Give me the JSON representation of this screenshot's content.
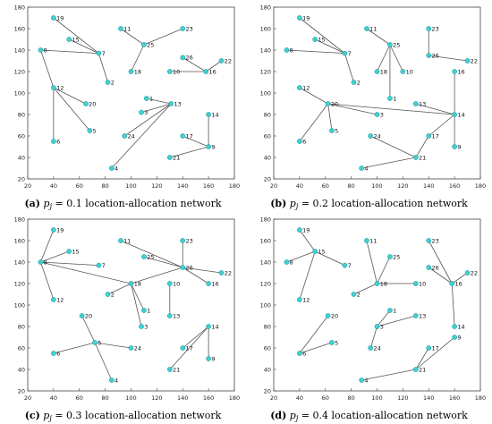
{
  "chart_data": [
    {
      "type": "scatter",
      "label": "(a)",
      "caption_pj": "p",
      "caption_sub": "j",
      "caption_rest": " = 0.1 location-allocation network",
      "xlim": [
        20,
        180
      ],
      "ylim": [
        20,
        180
      ],
      "xticks": [
        20,
        40,
        60,
        80,
        100,
        120,
        140,
        160,
        180
      ],
      "yticks": [
        20,
        40,
        60,
        80,
        100,
        120,
        140,
        160,
        180
      ],
      "points": [
        {
          "id": "19",
          "x": 40,
          "y": 170
        },
        {
          "id": "15",
          "x": 52,
          "y": 150
        },
        {
          "id": "8",
          "x": 30,
          "y": 140
        },
        {
          "id": "7",
          "x": 75,
          "y": 137
        },
        {
          "id": "2",
          "x": 82,
          "y": 110
        },
        {
          "id": "12",
          "x": 40,
          "y": 105
        },
        {
          "id": "20",
          "x": 65,
          "y": 90
        },
        {
          "id": "6",
          "x": 40,
          "y": 55
        },
        {
          "id": "5",
          "x": 68,
          "y": 65
        },
        {
          "id": "11",
          "x": 92,
          "y": 160
        },
        {
          "id": "25",
          "x": 110,
          "y": 145
        },
        {
          "id": "18",
          "x": 100,
          "y": 120
        },
        {
          "id": "23",
          "x": 140,
          "y": 160
        },
        {
          "id": "26",
          "x": 140,
          "y": 133
        },
        {
          "id": "22",
          "x": 170,
          "y": 130
        },
        {
          "id": "10",
          "x": 130,
          "y": 120
        },
        {
          "id": "16",
          "x": 158,
          "y": 120
        },
        {
          "id": "1",
          "x": 112,
          "y": 95
        },
        {
          "id": "13",
          "x": 131,
          "y": 90
        },
        {
          "id": "3",
          "x": 108,
          "y": 82
        },
        {
          "id": "24",
          "x": 95,
          "y": 60
        },
        {
          "id": "4",
          "x": 85,
          "y": 30
        },
        {
          "id": "14",
          "x": 160,
          "y": 80
        },
        {
          "id": "17",
          "x": 140,
          "y": 60
        },
        {
          "id": "9",
          "x": 160,
          "y": 50
        },
        {
          "id": "21",
          "x": 130,
          "y": 40
        }
      ],
      "links": [
        [
          "19",
          "7"
        ],
        [
          "15",
          "7"
        ],
        [
          "8",
          "7"
        ],
        [
          "2",
          "7"
        ],
        [
          "20",
          "12"
        ],
        [
          "6",
          "12"
        ],
        [
          "5",
          "12"
        ],
        [
          "8",
          "12"
        ],
        [
          "11",
          "25"
        ],
        [
          "18",
          "25"
        ],
        [
          "23",
          "25"
        ],
        [
          "10",
          "16"
        ],
        [
          "26",
          "16"
        ],
        [
          "22",
          "16"
        ],
        [
          "1",
          "13"
        ],
        [
          "3",
          "13"
        ],
        [
          "24",
          "13"
        ],
        [
          "4",
          "13"
        ],
        [
          "14",
          "9"
        ],
        [
          "17",
          "9"
        ],
        [
          "21",
          "9"
        ]
      ]
    },
    {
      "type": "scatter",
      "label": "(b)",
      "caption_pj": "p",
      "caption_sub": "j",
      "caption_rest": " = 0.2 location-allocation network",
      "xlim": [
        20,
        180
      ],
      "ylim": [
        20,
        180
      ],
      "xticks": [
        20,
        40,
        60,
        80,
        100,
        120,
        140,
        160,
        180
      ],
      "yticks": [
        20,
        40,
        60,
        80,
        100,
        120,
        140,
        160,
        180
      ],
      "points": [
        {
          "id": "19",
          "x": 40,
          "y": 170
        },
        {
          "id": "15",
          "x": 52,
          "y": 150
        },
        {
          "id": "8",
          "x": 30,
          "y": 140
        },
        {
          "id": "7",
          "x": 75,
          "y": 137
        },
        {
          "id": "2",
          "x": 82,
          "y": 110
        },
        {
          "id": "11",
          "x": 92,
          "y": 160
        },
        {
          "id": "25",
          "x": 110,
          "y": 145
        },
        {
          "id": "18",
          "x": 100,
          "y": 120
        },
        {
          "id": "10",
          "x": 120,
          "y": 120
        },
        {
          "id": "23",
          "x": 140,
          "y": 160
        },
        {
          "id": "26",
          "x": 140,
          "y": 135
        },
        {
          "id": "22",
          "x": 170,
          "y": 130
        },
        {
          "id": "16",
          "x": 160,
          "y": 120
        },
        {
          "id": "12",
          "x": 40,
          "y": 105
        },
        {
          "id": "1",
          "x": 110,
          "y": 95
        },
        {
          "id": "20",
          "x": 62,
          "y": 90
        },
        {
          "id": "3",
          "x": 100,
          "y": 80
        },
        {
          "id": "13",
          "x": 130,
          "y": 90
        },
        {
          "id": "14",
          "x": 160,
          "y": 80
        },
        {
          "id": "6",
          "x": 40,
          "y": 55
        },
        {
          "id": "5",
          "x": 65,
          "y": 65
        },
        {
          "id": "24",
          "x": 95,
          "y": 60
        },
        {
          "id": "17",
          "x": 140,
          "y": 60
        },
        {
          "id": "9",
          "x": 160,
          "y": 50
        },
        {
          "id": "21",
          "x": 130,
          "y": 40
        },
        {
          "id": "4",
          "x": 88,
          "y": 30
        }
      ],
      "links": [
        [
          "19",
          "7"
        ],
        [
          "15",
          "7"
        ],
        [
          "8",
          "7"
        ],
        [
          "2",
          "7"
        ],
        [
          "11",
          "25"
        ],
        [
          "18",
          "25"
        ],
        [
          "10",
          "25"
        ],
        [
          "1",
          "25"
        ],
        [
          "23",
          "26"
        ],
        [
          "22",
          "26"
        ],
        [
          "12",
          "20"
        ],
        [
          "6",
          "20"
        ],
        [
          "5",
          "20"
        ],
        [
          "3",
          "20"
        ],
        [
          "14",
          "20"
        ],
        [
          "16",
          "14"
        ],
        [
          "9",
          "14"
        ],
        [
          "17",
          "14"
        ],
        [
          "13",
          "14"
        ],
        [
          "24",
          "21"
        ],
        [
          "4",
          "21"
        ],
        [
          "17",
          "21"
        ]
      ]
    },
    {
      "type": "scatter",
      "label": "(c)",
      "caption_pj": "p",
      "caption_sub": "j",
      "caption_rest": " = 0.3 location-allocation network",
      "xlim": [
        20,
        180
      ],
      "ylim": [
        20,
        180
      ],
      "xticks": [
        20,
        40,
        60,
        80,
        100,
        120,
        140,
        160,
        180
      ],
      "yticks": [
        20,
        40,
        60,
        80,
        100,
        120,
        140,
        160,
        180
      ],
      "points": [
        {
          "id": "19",
          "x": 40,
          "y": 170
        },
        {
          "id": "15",
          "x": 52,
          "y": 150
        },
        {
          "id": "8",
          "x": 30,
          "y": 140
        },
        {
          "id": "7",
          "x": 75,
          "y": 137
        },
        {
          "id": "12",
          "x": 40,
          "y": 105
        },
        {
          "id": "11",
          "x": 92,
          "y": 160
        },
        {
          "id": "25",
          "x": 110,
          "y": 145
        },
        {
          "id": "23",
          "x": 140,
          "y": 160
        },
        {
          "id": "26",
          "x": 140,
          "y": 135
        },
        {
          "id": "22",
          "x": 170,
          "y": 130
        },
        {
          "id": "16",
          "x": 160,
          "y": 120
        },
        {
          "id": "2",
          "x": 82,
          "y": 110
        },
        {
          "id": "18",
          "x": 100,
          "y": 120
        },
        {
          "id": "10",
          "x": 130,
          "y": 120
        },
        {
          "id": "1",
          "x": 110,
          "y": 95
        },
        {
          "id": "3",
          "x": 108,
          "y": 80
        },
        {
          "id": "13",
          "x": 130,
          "y": 90
        },
        {
          "id": "20",
          "x": 62,
          "y": 90
        },
        {
          "id": "5",
          "x": 72,
          "y": 65
        },
        {
          "id": "6",
          "x": 40,
          "y": 55
        },
        {
          "id": "24",
          "x": 100,
          "y": 60
        },
        {
          "id": "4",
          "x": 85,
          "y": 30
        },
        {
          "id": "14",
          "x": 160,
          "y": 80
        },
        {
          "id": "17",
          "x": 140,
          "y": 60
        },
        {
          "id": "9",
          "x": 160,
          "y": 50
        },
        {
          "id": "21",
          "x": 130,
          "y": 40
        }
      ],
      "links": [
        [
          "19",
          "8"
        ],
        [
          "15",
          "8"
        ],
        [
          "7",
          "8"
        ],
        [
          "12",
          "8"
        ],
        [
          "18",
          "8"
        ],
        [
          "11",
          "26"
        ],
        [
          "25",
          "26"
        ],
        [
          "23",
          "26"
        ],
        [
          "22",
          "26"
        ],
        [
          "16",
          "26"
        ],
        [
          "18",
          "26"
        ],
        [
          "2",
          "18"
        ],
        [
          "1",
          "18"
        ],
        [
          "3",
          "18"
        ],
        [
          "10",
          "13"
        ],
        [
          "20",
          "5"
        ],
        [
          "6",
          "5"
        ],
        [
          "24",
          "5"
        ],
        [
          "4",
          "5"
        ],
        [
          "14",
          "17"
        ],
        [
          "9",
          "14"
        ],
        [
          "14",
          "21"
        ]
      ]
    },
    {
      "type": "scatter",
      "label": "(d)",
      "caption_pj": "p",
      "caption_sub": "j",
      "caption_rest": " = 0.4 location-allocation network",
      "xlim": [
        20,
        180
      ],
      "ylim": [
        20,
        180
      ],
      "xticks": [
        20,
        40,
        60,
        80,
        100,
        120,
        140,
        160,
        180
      ],
      "yticks": [
        20,
        40,
        60,
        80,
        100,
        120,
        140,
        160,
        180
      ],
      "points": [
        {
          "id": "19",
          "x": 40,
          "y": 170
        },
        {
          "id": "15",
          "x": 52,
          "y": 150
        },
        {
          "id": "8",
          "x": 30,
          "y": 140
        },
        {
          "id": "7",
          "x": 75,
          "y": 137
        },
        {
          "id": "12",
          "x": 40,
          "y": 105
        },
        {
          "id": "11",
          "x": 92,
          "y": 160
        },
        {
          "id": "25",
          "x": 110,
          "y": 145
        },
        {
          "id": "23",
          "x": 140,
          "y": 160
        },
        {
          "id": "26",
          "x": 140,
          "y": 135
        },
        {
          "id": "22",
          "x": 170,
          "y": 130
        },
        {
          "id": "2",
          "x": 82,
          "y": 110
        },
        {
          "id": "18",
          "x": 100,
          "y": 120
        },
        {
          "id": "10",
          "x": 130,
          "y": 120
        },
        {
          "id": "16",
          "x": 158,
          "y": 120
        },
        {
          "id": "20",
          "x": 62,
          "y": 90
        },
        {
          "id": "1",
          "x": 110,
          "y": 95
        },
        {
          "id": "13",
          "x": 130,
          "y": 90
        },
        {
          "id": "3",
          "x": 100,
          "y": 80
        },
        {
          "id": "14",
          "x": 160,
          "y": 80
        },
        {
          "id": "5",
          "x": 65,
          "y": 65
        },
        {
          "id": "6",
          "x": 40,
          "y": 55
        },
        {
          "id": "24",
          "x": 95,
          "y": 60
        },
        {
          "id": "17",
          "x": 140,
          "y": 60
        },
        {
          "id": "9",
          "x": 160,
          "y": 70
        },
        {
          "id": "21",
          "x": 130,
          "y": 40
        },
        {
          "id": "4",
          "x": 88,
          "y": 30
        }
      ],
      "links": [
        [
          "19",
          "15"
        ],
        [
          "8",
          "15"
        ],
        [
          "7",
          "15"
        ],
        [
          "12",
          "15"
        ],
        [
          "11",
          "18"
        ],
        [
          "25",
          "18"
        ],
        [
          "2",
          "18"
        ],
        [
          "10",
          "18"
        ],
        [
          "23",
          "16"
        ],
        [
          "26",
          "16"
        ],
        [
          "22",
          "16"
        ],
        [
          "14",
          "16"
        ],
        [
          "1",
          "3"
        ],
        [
          "13",
          "3"
        ],
        [
          "24",
          "3"
        ],
        [
          "20",
          "6"
        ],
        [
          "5",
          "6"
        ],
        [
          "17",
          "21"
        ],
        [
          "9",
          "21"
        ],
        [
          "4",
          "21"
        ]
      ]
    }
  ],
  "colors": {
    "point_fill": "#3fd1d1",
    "point_stroke": "#1f8f9a",
    "line": "#555555",
    "axis": "#444444"
  }
}
